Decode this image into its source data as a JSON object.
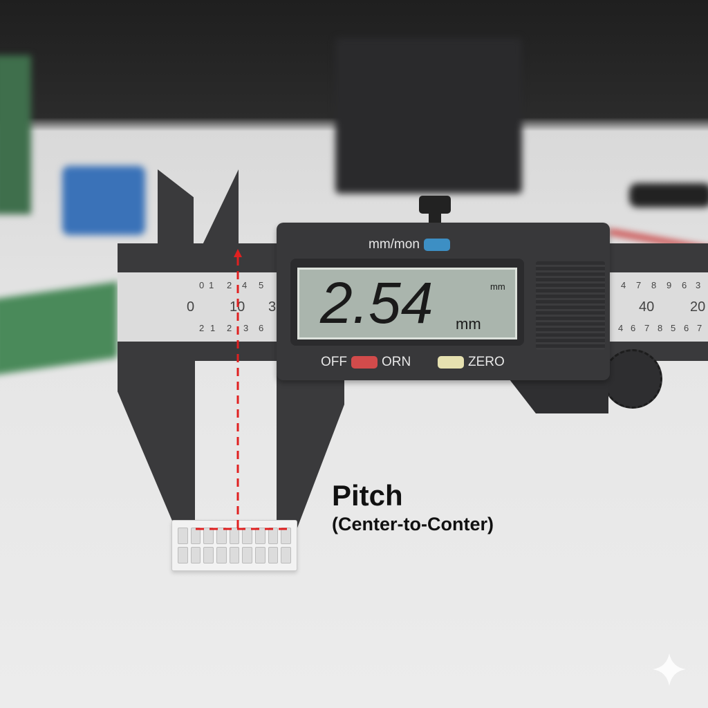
{
  "display": {
    "reading": "2.54",
    "unit_small": "mm",
    "unit_large": "mm"
  },
  "buttons": {
    "mode_label": "mm/mon",
    "off_label": "OFF",
    "on_label": "ORN",
    "zero_label": "ZERO"
  },
  "scale": {
    "left_major": [
      "0",
      "10",
      "3"
    ],
    "right_major": [
      "40",
      "20"
    ],
    "left_top_minor": [
      "0",
      "1",
      "2",
      "4",
      "5"
    ],
    "left_bottom_minor": [
      "2",
      "1",
      "2",
      "3",
      "6"
    ],
    "right_top_minor": [
      "4",
      "7",
      "8",
      "9",
      "6",
      "3"
    ],
    "right_bottom_minor": [
      "4",
      "6",
      "7",
      "8",
      "5",
      "6",
      "7"
    ]
  },
  "annotation": {
    "title": "Pitch",
    "subtitle": "(Center-to-Conter)"
  },
  "colors": {
    "accent_red": "#e02020",
    "button_blue": "#3d8fc4",
    "button_red": "#d24b4b",
    "button_yellow": "#e6e1b0",
    "lcd": "#aab5ad"
  }
}
